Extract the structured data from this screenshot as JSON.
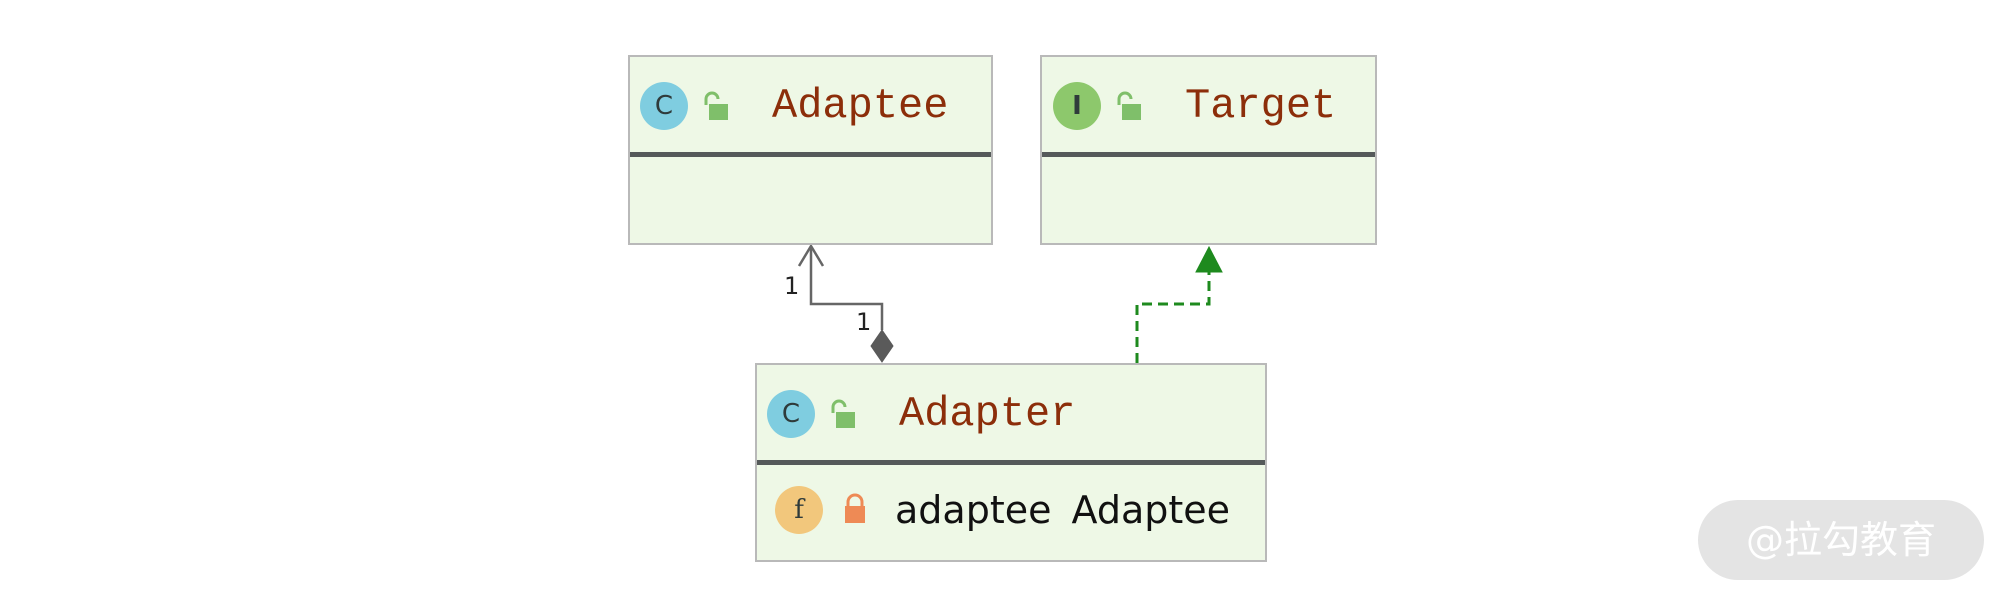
{
  "diagram": {
    "classes": [
      {
        "id": "adaptee",
        "kind": "class",
        "badge_letter": "C",
        "visibility_icon": "public-unlock-icon",
        "name": "Adaptee",
        "fields": []
      },
      {
        "id": "target",
        "kind": "interface",
        "badge_letter": "I",
        "visibility_icon": "public-unlock-icon",
        "name": "Target",
        "fields": []
      },
      {
        "id": "adapter",
        "kind": "class",
        "badge_letter": "C",
        "visibility_icon": "public-unlock-icon",
        "name": "Adapter",
        "fields": [
          {
            "badge_letter": "f",
            "visibility_icon": "private-lock-icon",
            "name": "adaptee",
            "type": "Adaptee",
            "text": "adaptee Adaptee"
          }
        ]
      }
    ],
    "relationships": [
      {
        "type": "composition",
        "from": "Adapter",
        "to": "Adaptee",
        "source_multiplicity": "1",
        "target_multiplicity": "1"
      },
      {
        "type": "realization",
        "from": "Adapter",
        "to": "Target"
      }
    ]
  },
  "colors": {
    "box_fill": "#eef8e6",
    "box_border": "#b9b9b9",
    "class_name": "#8c2e0a",
    "class_badge": "#7fcde0",
    "interface_badge": "#8dc86c",
    "field_badge": "#f2c77c",
    "public_icon": "#7fbf6a",
    "private_icon": "#ee8a55",
    "composition_line": "#666666",
    "realization_line": "#1e8a1e"
  },
  "watermark": "@拉勾教育"
}
